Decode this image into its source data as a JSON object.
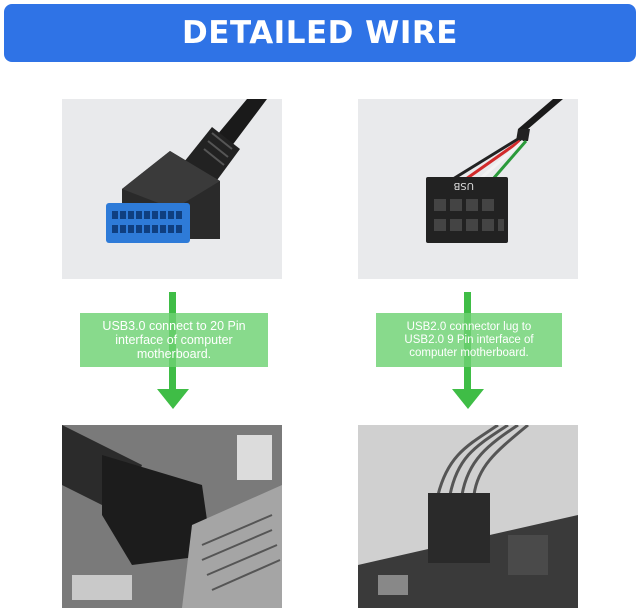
{
  "banner": {
    "title": "DETAILED WIRE"
  },
  "left": {
    "caption_lines": [
      "USB3.0 connect to 20 Pin",
      "interface of computer",
      "motherboard."
    ]
  },
  "right": {
    "connector_marking": "USB",
    "caption_lines": [
      "USB2.0 connector lug to",
      "USB2.0 9 Pin interface of",
      "computer motherboard."
    ]
  },
  "colors": {
    "banner": "#2f73e6",
    "arrow": "#3fbd46",
    "usb3_insert": "#2e7bd8",
    "wire_red": "#d22a2a",
    "wire_green": "#2a9a3a"
  }
}
